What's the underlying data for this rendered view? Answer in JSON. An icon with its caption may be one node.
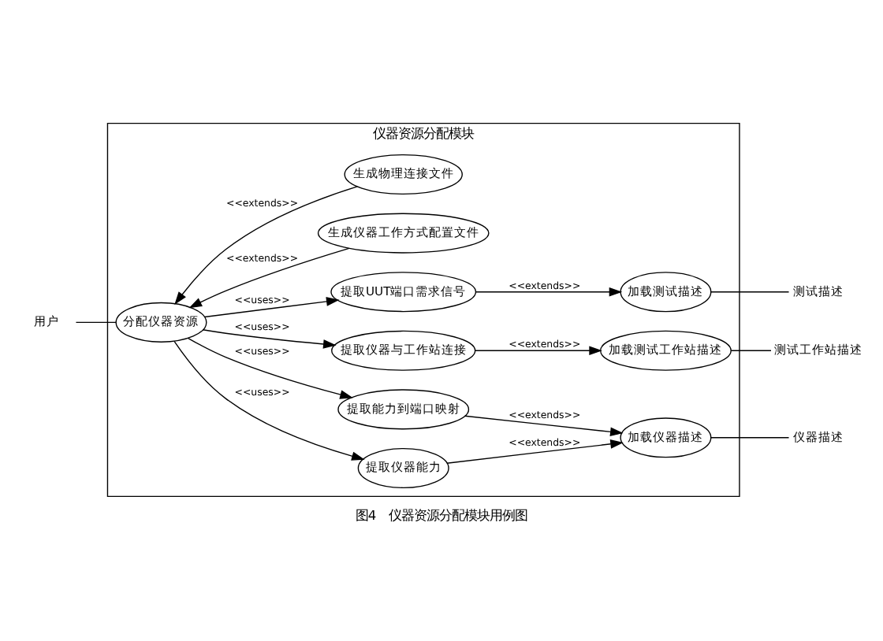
{
  "diagram": {
    "caption": "图4　仪器资源分配模块用例图",
    "nodes": [
      {
        "text": [
          "仪器资源分配模块"
        ]
      },
      {
        "text": [
          "用户"
        ]
      },
      {
        "text": [
          "分配仪器资源"
        ],
        "in": 0
      },
      {
        "text": [
          "提取UUT端口需求信号"
        ],
        "in": 0
      },
      {
        "text": [
          "提取仪器与工作站连接"
        ],
        "in": 0
      },
      {
        "text": [
          "提取仪器能力"
        ],
        "in": 0
      },
      {
        "text": [
          "提取能力到端口映射"
        ],
        "in": 0
      },
      {
        "text": [
          "生成仪器工作方式配置文件"
        ],
        "in": 0
      },
      {
        "text": [
          "生成物理连接文件"
        ],
        "in": 0
      },
      {
        "text": [
          "加载测试描述"
        ],
        "in": 0
      },
      {
        "text": [
          "加载测试工作站描述"
        ],
        "in": 0
      },
      {
        "text": [
          "加载仪器描述"
        ],
        "in": 0
      },
      {
        "text": [
          "测试描述"
        ]
      },
      {
        "text": [
          "测试工作站描述"
        ]
      },
      {
        "text": [
          "仪器描述"
        ]
      }
    ],
    "edges": [
      {
        "from": 1,
        "to": 2,
        "arrow": "none"
      },
      {
        "from": 2,
        "to": 3,
        "arrow": "to",
        "label": "<<uses>>"
      },
      {
        "from": 2,
        "to": 4,
        "arrow": "to",
        "label": "<<uses>>"
      },
      {
        "from": 2,
        "to": 5,
        "arrow": "to",
        "label": "<<uses>>"
      },
      {
        "from": 2,
        "to": 6,
        "arrow": "to",
        "label": "<<uses>>"
      },
      {
        "from": 3,
        "to": 9,
        "arrow": "to",
        "label": "<<extends>>"
      },
      {
        "from": 4,
        "to": 10,
        "arrow": "to",
        "label": "<<extends>>"
      },
      {
        "from": 5,
        "to": 11,
        "arrow": "to",
        "label": "<<extends>>"
      },
      {
        "from": 6,
        "to": 11,
        "arrow": "to",
        "label": "<<extends>>"
      },
      {
        "from": 7,
        "to": 2,
        "arrow": "to",
        "label": "<<extends>>"
      },
      {
        "from": 8,
        "to": 2,
        "arrow": "to",
        "label": "<<extends>>"
      },
      {
        "from": 9,
        "to": 12,
        "arrow": "none"
      },
      {
        "from": 10,
        "to": 13,
        "arrow": "none"
      },
      {
        "from": 11,
        "to": 14,
        "arrow": "none"
      }
    ]
  }
}
